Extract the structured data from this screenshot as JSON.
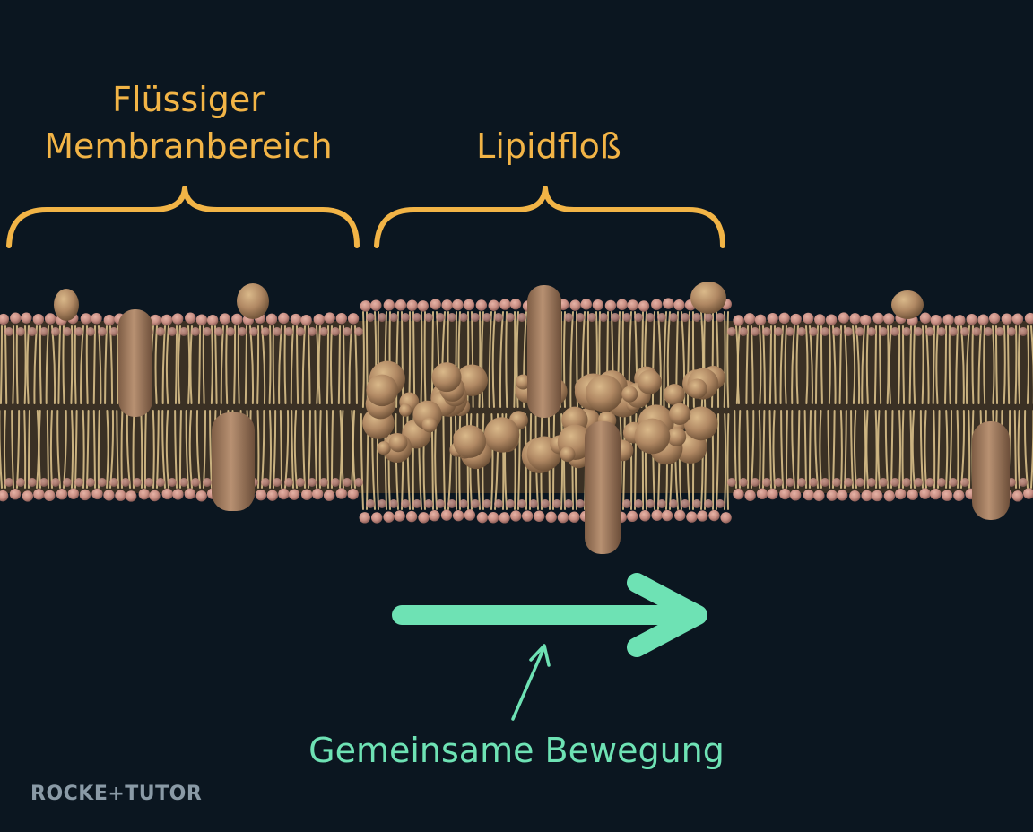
{
  "labels": {
    "fluid_region_line1": "Flüssiger",
    "fluid_region_line2": "Membranbereich",
    "lipid_raft": "Lipidfloß",
    "movement": "Gemeinsame Bewegung"
  },
  "logo": {
    "text": "ROCKE+TUTOR"
  },
  "colors": {
    "background": "#0b1620",
    "label_orange": "#f2b446",
    "arrow_green": "#6ee2b4",
    "lipid_head": "#c98f84",
    "lipid_tail": "#d9c089",
    "protein": "#a98466",
    "logo_gray": "#8a9aa6"
  },
  "icons": {
    "brace_fluid": "curly-brace-icon",
    "brace_raft": "curly-brace-icon",
    "motion_arrow": "right-arrow-icon",
    "pointer_arrow": "pointer-arrow-icon"
  }
}
